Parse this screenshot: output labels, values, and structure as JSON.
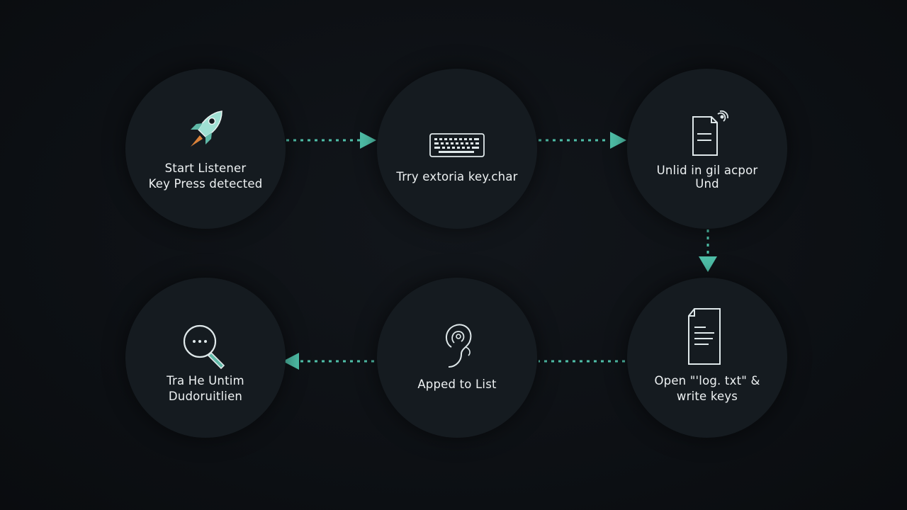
{
  "colors": {
    "background": "#0d1014",
    "node_fill": "#151b20",
    "accent": "#4fbfa8",
    "text": "#eef2f3"
  },
  "nodes": [
    {
      "icon": "rocket-icon",
      "lines": [
        "Start Listener",
        "Key Press detected"
      ]
    },
    {
      "icon": "keyboard-icon",
      "lines": [
        "Trry extoria key.char"
      ]
    },
    {
      "icon": "document-signal-icon",
      "lines": [
        "Unlid in gil acpor",
        "Und"
      ]
    },
    {
      "icon": "document-icon",
      "lines": [
        "Open \"'log. txt\" &",
        "write keys"
      ]
    },
    {
      "icon": "ear-icon",
      "lines": [
        "Apped to List"
      ]
    },
    {
      "icon": "magnifier-icon",
      "lines": [
        "Tra He Untim",
        "Dudoruitlien"
      ]
    }
  ]
}
